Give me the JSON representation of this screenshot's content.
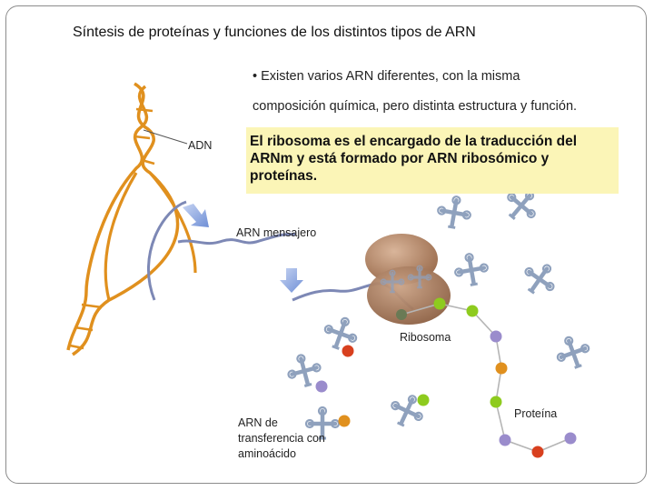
{
  "title": "Síntesis de proteínas y funciones de los distintos tipos de ARN",
  "bullet": {
    "line1": "• Existen varios ARN diferentes, con la misma",
    "line2": "composición química, pero distinta estructura y función."
  },
  "callout": "El ribosoma es el encargado de la traducción del ARNm y está formado por ARN ribosómico y proteínas.",
  "labels": {
    "adn": "ADN",
    "arn_mensajero": "ARN mensajero",
    "ribosoma": "Ribosoma",
    "proteina": "Proteína",
    "arn_transferencia": "ARN de transferencia con aminoácido"
  },
  "colors": {
    "dna_strand": "#e0901e",
    "mrna_strand": "#7d88b5",
    "ribosome": "#b07e5e",
    "trna": "#8fa1bd",
    "callout_bg": "#fbf5b7",
    "amino_green": "#8ecb1e",
    "amino_purple": "#9a8ccc",
    "amino_orange": "#e0901e",
    "amino_red": "#d8401e",
    "arrow": "#8fa9e0"
  }
}
